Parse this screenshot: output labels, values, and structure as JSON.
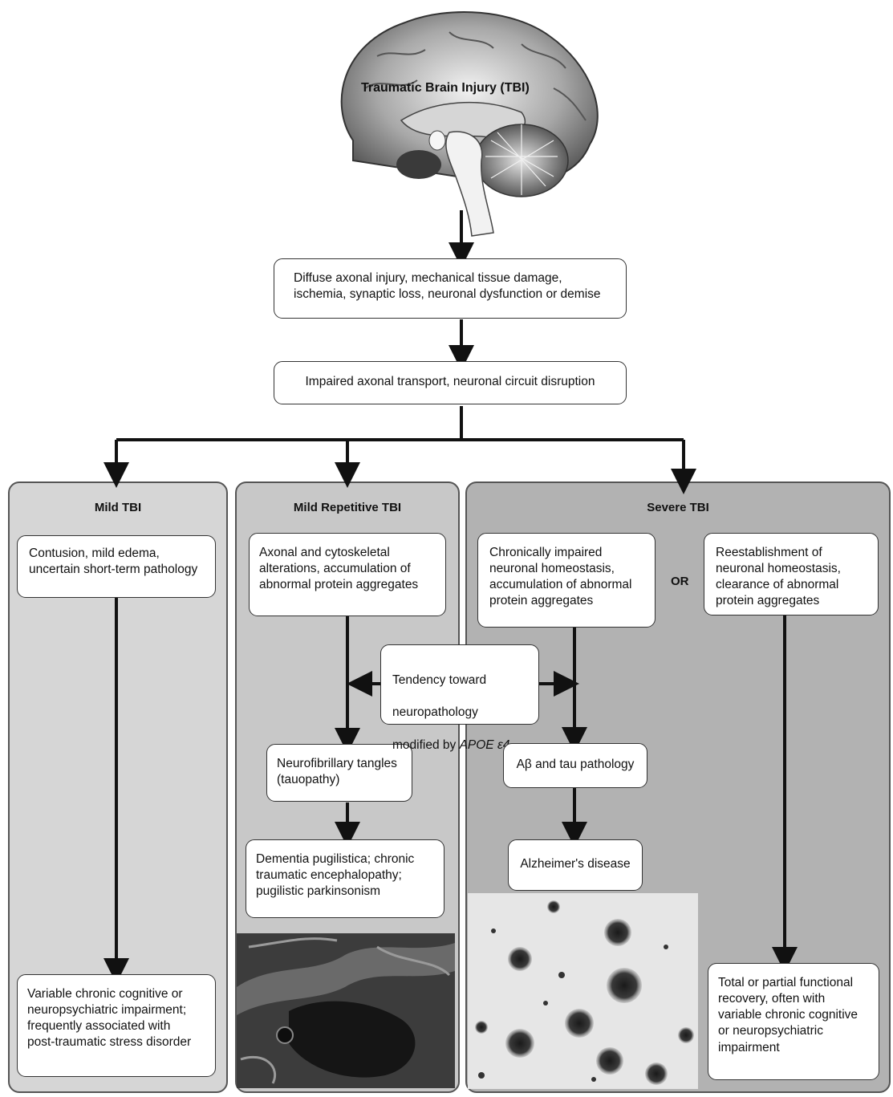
{
  "header": {
    "title": "Traumatic Brain Injury (TBI)"
  },
  "flow": {
    "step1": "Diffuse axonal injury, mechanical tissue damage,\nischemia, synaptic loss, neuronal dysfunction or demise",
    "step2": "Impaired axonal transport, neuronal circuit disruption"
  },
  "panels": {
    "mild": {
      "title": "Mild TBI",
      "box1": "Contusion, mild edema,\nuncertain short-term pathology",
      "outcome": "Variable chronic cognitive or\nneuropsychiatric impairment;\nfrequently associated with\npost-traumatic stress disorder"
    },
    "repetitive": {
      "title": "Mild Repetitive TBI",
      "box1": "Axonal and cytoskeletal\nalterations, accumulation of\nabnormal protein aggregates",
      "box2": "Neurofibrillary tangles\n(tauopathy)",
      "outcome": "Dementia pugilistica; chronic\ntraumatic encephalopathy;\npugilistic parkinsonism"
    },
    "severe": {
      "title": "Severe TBI",
      "box_left": "Chronically impaired\nneuronal homeostasis,\naccumulation of abnormal\nprotein aggregates",
      "or_label": "OR",
      "box_right": "Reestablishment of\nneuronal homeostasis,\nclearance of abnormal\nprotein aggregates",
      "box_mid": "Aβ and tau pathology",
      "outcome_left": "Alzheimer's disease",
      "outcome_right": "Total or partial functional\nrecovery, often with\nvariable chronic cognitive\nor neuropsychiatric\nimpairment"
    }
  },
  "modifier": {
    "line1": "Tendency toward",
    "line2": "neuropathology",
    "line3_prefix": "modified by ",
    "line3_italic": "APOE ε4"
  },
  "colors": {
    "mild_panel": "#d6d6d6",
    "repetitive_panel": "#c8c8c8",
    "severe_panel": "#b2b2b2",
    "arrow": "#111111"
  }
}
